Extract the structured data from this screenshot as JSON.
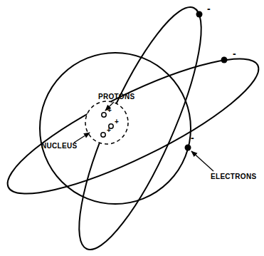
{
  "diagram": {
    "labels": [
      "PROTONS",
      "NUCLEUS",
      "ELECTRONS",
      "+",
      "+",
      "+",
      "-",
      "-",
      "-"
    ]
  }
}
